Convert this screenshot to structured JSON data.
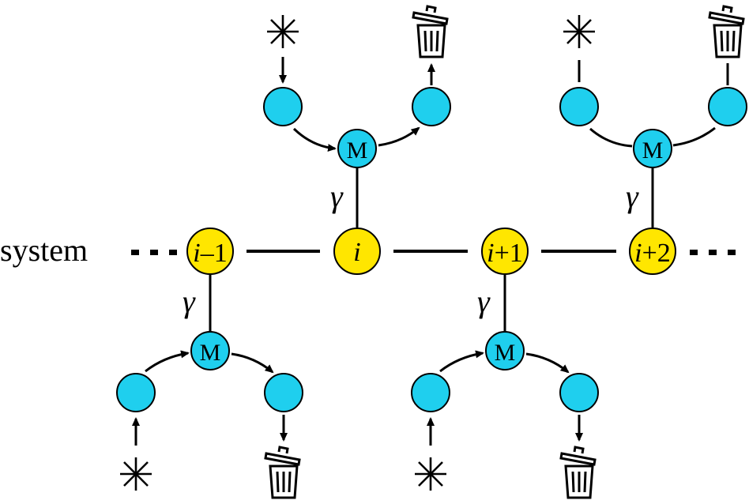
{
  "system_label": "system",
  "coupling_symbol": "γ",
  "memory_label": "M",
  "colors": {
    "system_node": "#ffe600",
    "bath_node": "#1fcfee",
    "stroke": "#000000",
    "background": "#ffffff"
  },
  "sites": [
    {
      "index_var": "i",
      "offset": "–1"
    },
    {
      "index_var": "i",
      "offset": ""
    },
    {
      "index_var": "i",
      "offset": "+1"
    },
    {
      "index_var": "i",
      "offset": "+2"
    }
  ],
  "icons": {
    "source": "asterisk-icon",
    "sink": "trash-can-icon"
  }
}
